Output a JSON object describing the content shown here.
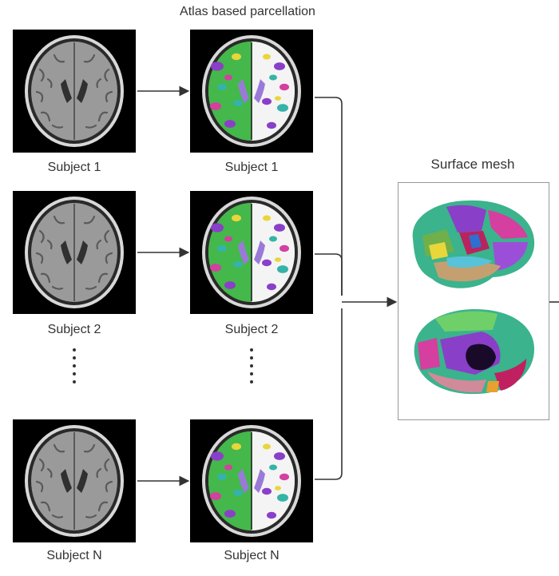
{
  "title": "Atlas based parcellation",
  "surface_title": "Surface mesh",
  "rows": [
    {
      "label_raw": "Subject 1",
      "label_parc": "Subject 1"
    },
    {
      "label_raw": "Subject 2",
      "label_parc": "Subject 2"
    },
    {
      "label_raw": "Subject N",
      "label_parc": "Subject N"
    }
  ],
  "colors": {
    "arrow": "#333333",
    "mri_bg": "#000000",
    "parcel_green": "#44b84a",
    "parcel_purple": "#8a3fc8",
    "parcel_teal": "#35b3a8",
    "parcel_magenta": "#d43fa0",
    "parcel_yellow": "#e8d63a"
  }
}
